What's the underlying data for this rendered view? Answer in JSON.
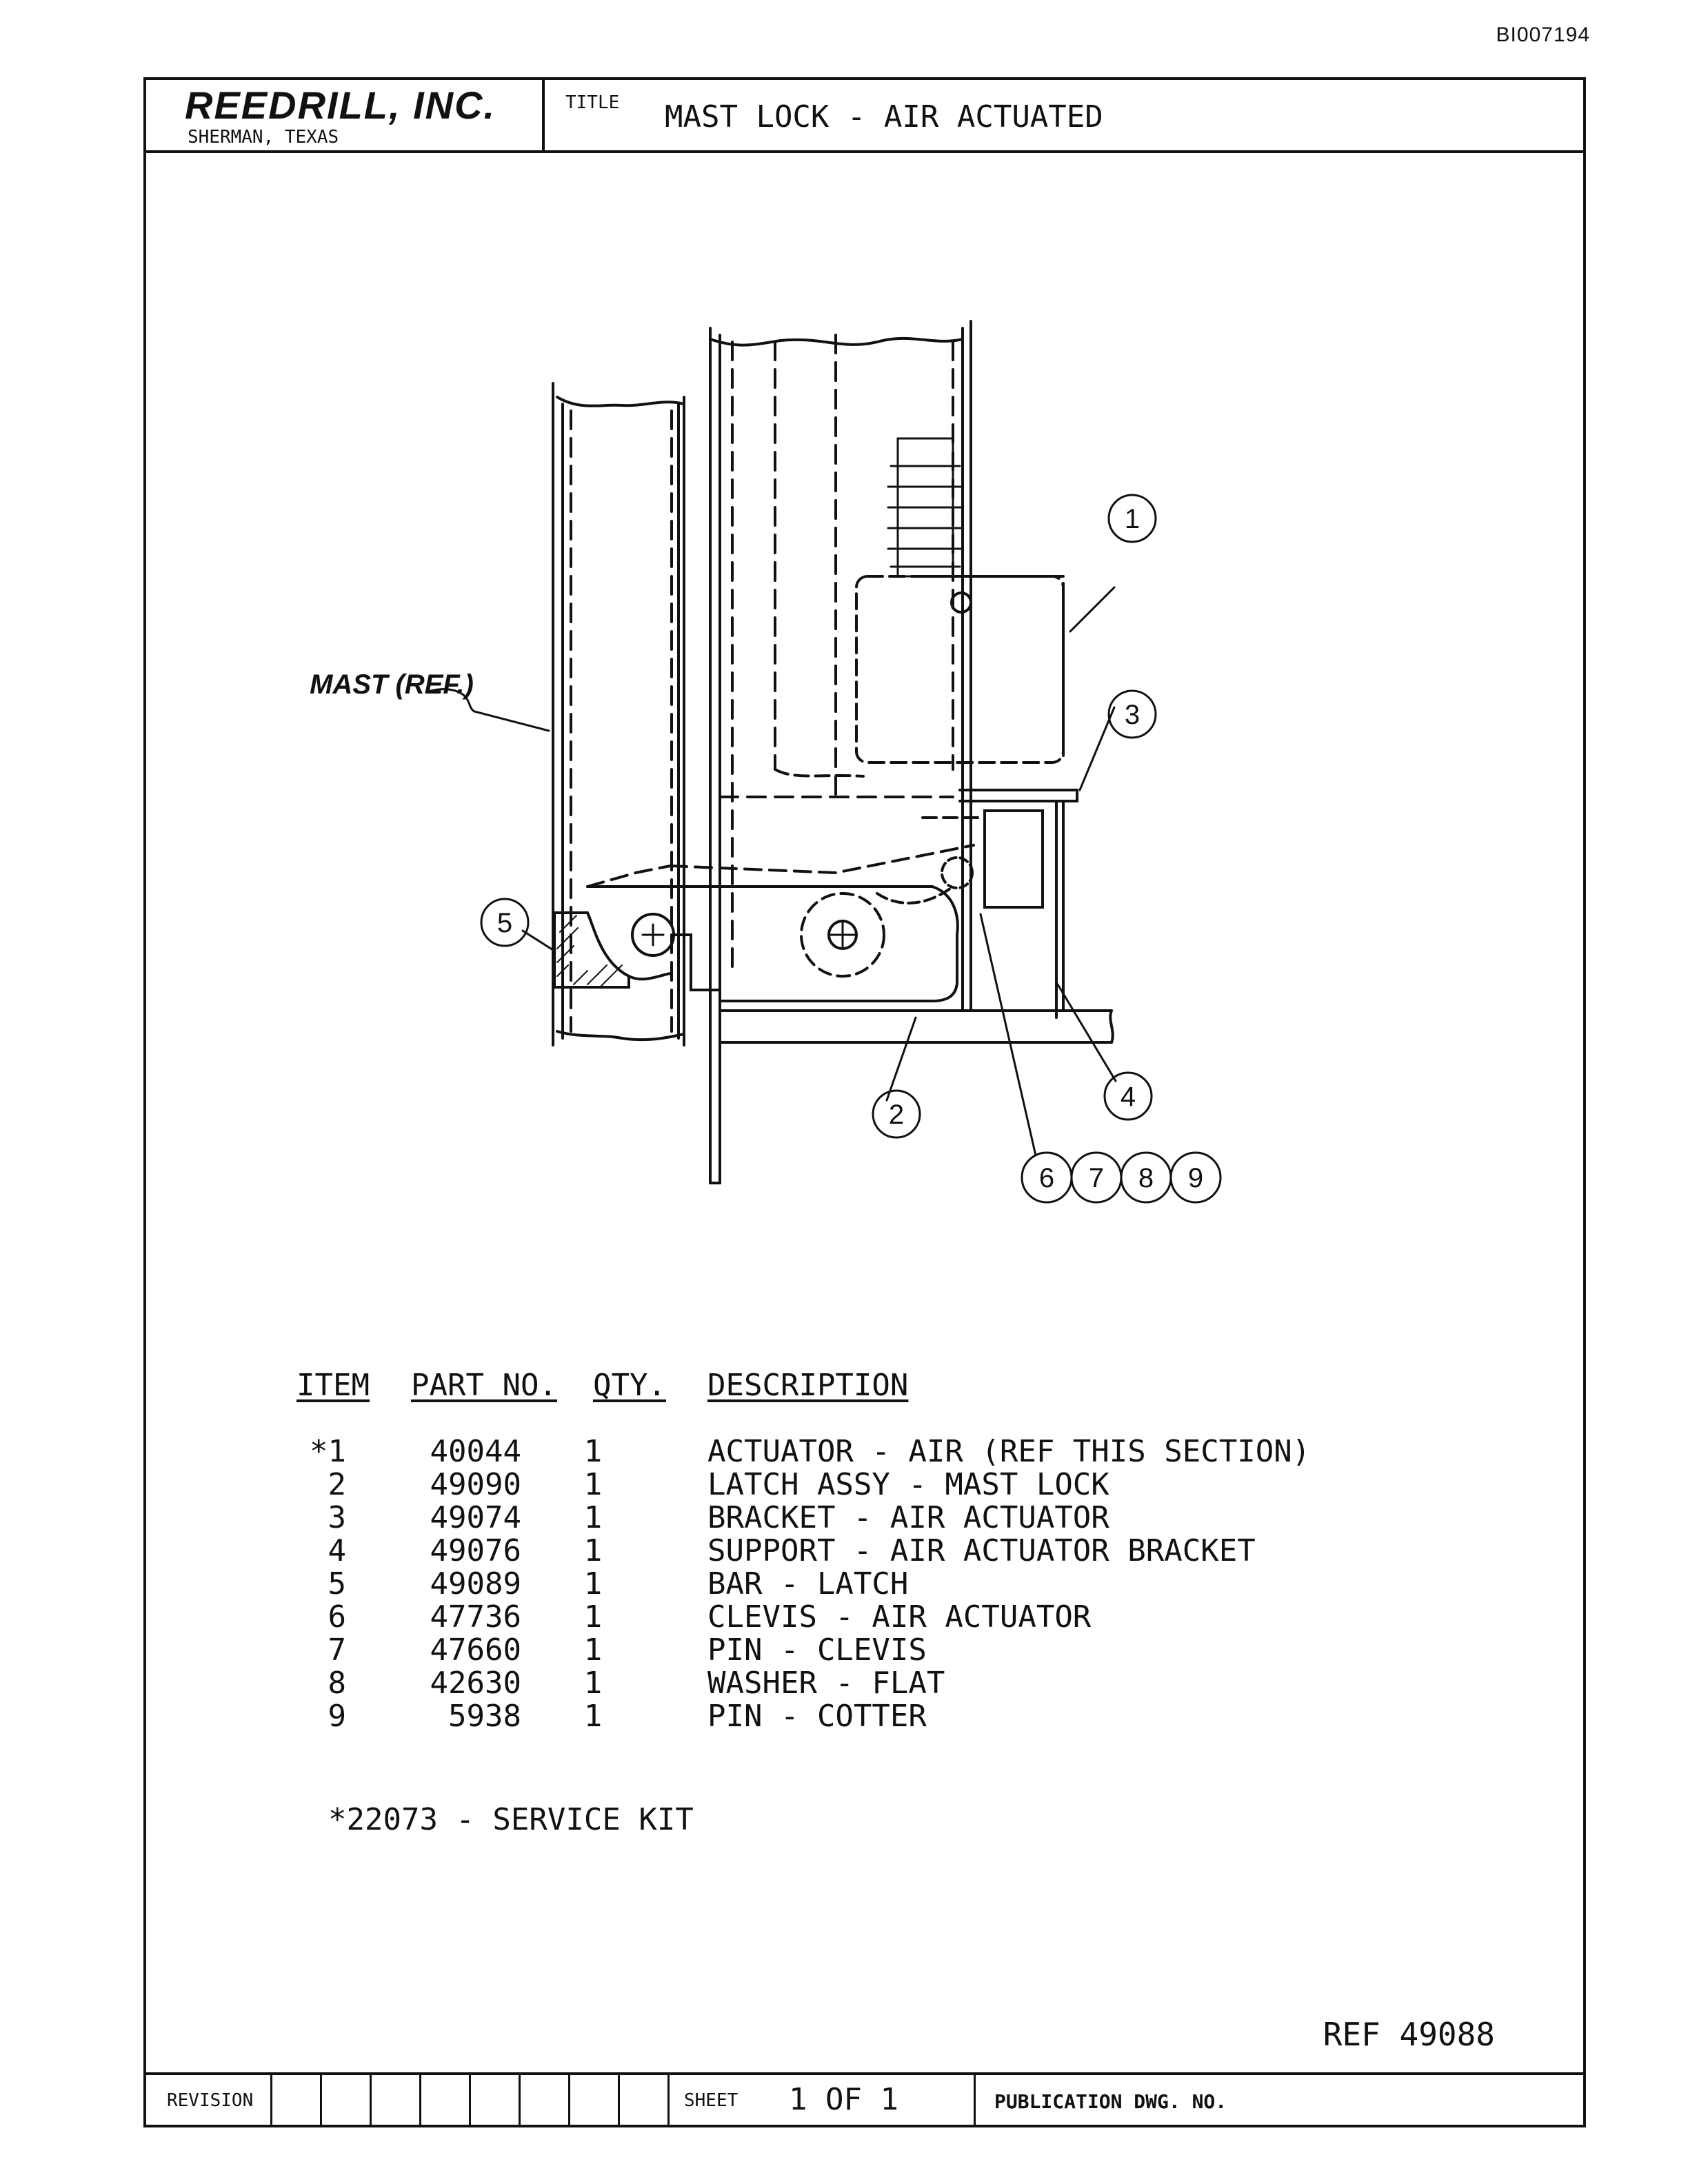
{
  "document_id": "BI007194",
  "title_block": {
    "company": "REEDRILL, INC.",
    "location": "SHERMAN, TEXAS",
    "title_label": "TITLE",
    "title": "MAST LOCK - AIR ACTUATED"
  },
  "drawing": {
    "mast_label": "MAST (REF.)",
    "callouts": [
      "1",
      "2",
      "3",
      "4",
      "5",
      "6",
      "7",
      "8",
      "9"
    ]
  },
  "parts_list": {
    "headers": [
      "ITEM",
      "PART NO.",
      "QTY.",
      "DESCRIPTION"
    ],
    "rows": [
      {
        "item": "*1",
        "part_no": "40044",
        "qty": "1",
        "description": "ACTUATOR - AIR (REF THIS SECTION)"
      },
      {
        "item": "2",
        "part_no": "49090",
        "qty": "1",
        "description": "LATCH ASSY - MAST LOCK"
      },
      {
        "item": "3",
        "part_no": "49074",
        "qty": "1",
        "description": "BRACKET - AIR ACTUATOR"
      },
      {
        "item": "4",
        "part_no": "49076",
        "qty": "1",
        "description": "SUPPORT - AIR ACTUATOR BRACKET"
      },
      {
        "item": "5",
        "part_no": "49089",
        "qty": "1",
        "description": "BAR - LATCH"
      },
      {
        "item": "6",
        "part_no": "47736",
        "qty": "1",
        "description": "CLEVIS - AIR ACTUATOR"
      },
      {
        "item": "7",
        "part_no": "47660",
        "qty": "1",
        "description": "PIN - CLEVIS"
      },
      {
        "item": "8",
        "part_no": "42630",
        "qty": "1",
        "description": "WASHER - FLAT"
      },
      {
        "item": "9",
        "part_no": "5938",
        "qty": "1",
        "description": "PIN - COTTER"
      }
    ],
    "service_kit": "*22073 - SERVICE KIT"
  },
  "ref_no": "REF 49088",
  "bottom_strip": {
    "revision_label": "REVISION",
    "sheet_label": "SHEET",
    "sheet_value": "1 OF 1",
    "publication_label": "PUBLICATION DWG. NO."
  }
}
